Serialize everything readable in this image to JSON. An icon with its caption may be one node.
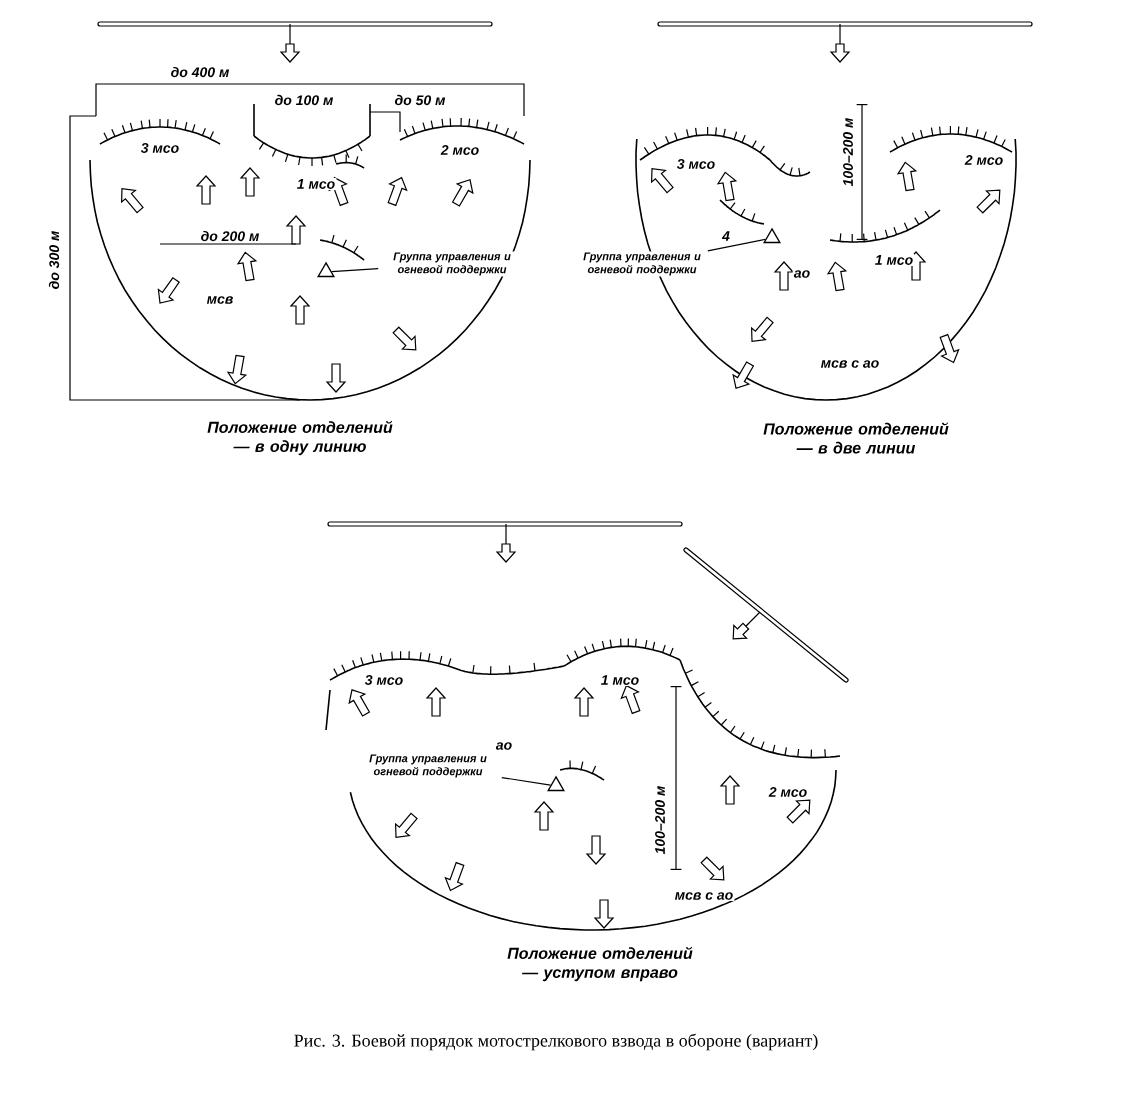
{
  "diagram": {
    "caption": "Рис. 3. Боевой порядок мотострелкового взвода в обороне (вариант)",
    "nodes": [
      {
        "text": [
          "Группа управления и огневой поддержки"
        ]
      },
      {
        "text": [],
        "shape": "triangle"
      },
      {
        "text": [
          "Группа управления и огневой поддержки"
        ]
      },
      {
        "text": [],
        "shape": "triangle"
      },
      {
        "text": [
          "Группа управления и огневой поддержки"
        ]
      },
      {
        "text": [],
        "shape": "triangle"
      }
    ],
    "edges": [
      {
        "from": 0,
        "to": 1,
        "arrow": "none"
      },
      {
        "from": 2,
        "to": 3,
        "arrow": "none"
      },
      {
        "from": 4,
        "to": 5,
        "arrow": "none"
      }
    ],
    "labels": [
      "до 400 м",
      "до 100 м",
      "до 50 м",
      "3 мсо",
      "2 мсо",
      "1 мсо",
      "до 200 м",
      "до 300 м",
      "мсв",
      "Положение отделений — в одну линию",
      "3 мсо",
      "2 мсо",
      "100–200 м",
      "4",
      "ао",
      "1 мсо",
      "мсв с ао",
      "Положение отделений — в две линии",
      "3 мсо",
      "1 мсо",
      "ао",
      "100–200 м",
      "2 мсо",
      "мсв с ао",
      "Положение отделений — уступом вправо"
    ]
  }
}
